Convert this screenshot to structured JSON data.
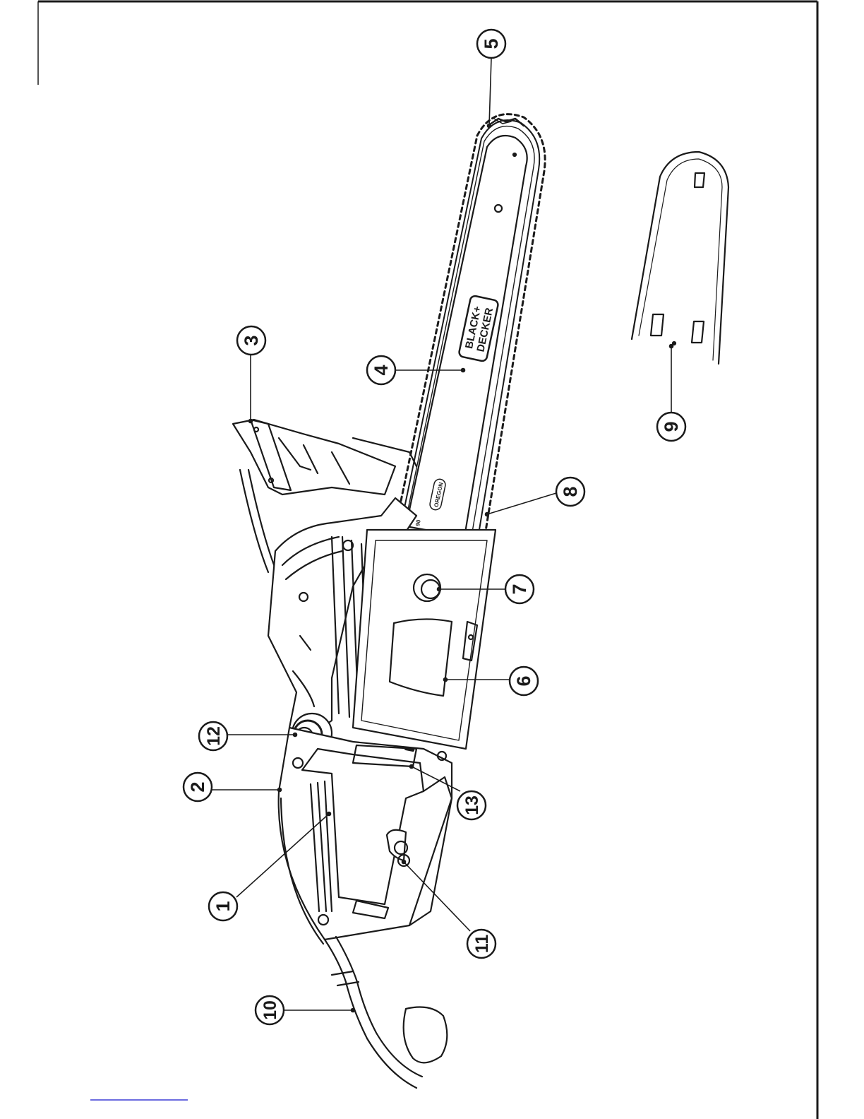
{
  "figure": {
    "callouts": [
      {
        "id": "1",
        "label": "1"
      },
      {
        "id": "2",
        "label": "2"
      },
      {
        "id": "3",
        "label": "3"
      },
      {
        "id": "4",
        "label": "4"
      },
      {
        "id": "5",
        "label": "5"
      },
      {
        "id": "6",
        "label": "6"
      },
      {
        "id": "7",
        "label": "7"
      },
      {
        "id": "8",
        "label": "8"
      },
      {
        "id": "9",
        "label": "9"
      },
      {
        "id": "10",
        "label": "10"
      },
      {
        "id": "11",
        "label": "11"
      },
      {
        "id": "12",
        "label": "12"
      },
      {
        "id": "13",
        "label": "13"
      }
    ],
    "bar_logo_line1": "BLACK+",
    "bar_logo_line2": "DECKER",
    "oregon_logo": "OREGON",
    "chain_code": "90"
  },
  "colors": {
    "ink": "#1a1a1a",
    "paper": "#ffffff",
    "bottom_rule": "#3b3bd6"
  }
}
